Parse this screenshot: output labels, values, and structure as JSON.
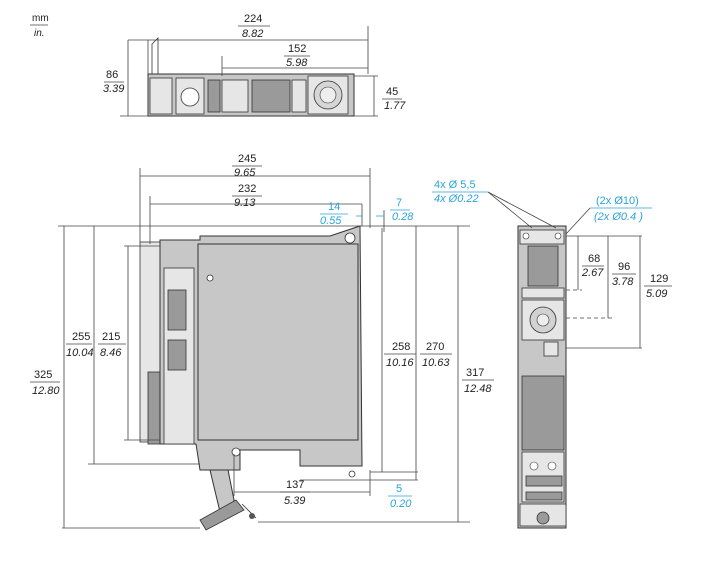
{
  "units": {
    "metric": "mm",
    "imperial": "in."
  },
  "top_view": {
    "width_overall": {
      "mm": "224",
      "in": "8.82"
    },
    "width_inner": {
      "mm": "152",
      "in": "5.98"
    },
    "height_left": {
      "mm": "86",
      "in": "3.39"
    },
    "height_right": {
      "mm": "45",
      "in": "1.77"
    }
  },
  "side_view": {
    "depth_overall": {
      "mm": "245",
      "in": "9.65"
    },
    "depth_inner": {
      "mm": "232",
      "in": "9.13"
    },
    "top_offset_a": {
      "mm": "14",
      "in": "0.55"
    },
    "top_offset_b": {
      "mm": "7",
      "in": "0.28"
    },
    "height_325": {
      "mm": "325",
      "in": "12.80"
    },
    "height_255": {
      "mm": "255",
      "in": "10.04"
    },
    "height_215": {
      "mm": "215",
      "in": "8.46"
    },
    "height_258": {
      "mm": "258",
      "in": "10.16"
    },
    "height_270": {
      "mm": "270",
      "in": "10.63"
    },
    "height_317": {
      "mm": "317",
      "in": "12.48"
    },
    "bottom_width": {
      "mm": "137",
      "in": "5.39"
    },
    "bottom_offset": {
      "mm": "5",
      "in": "0.20"
    }
  },
  "front_view": {
    "holes_small": {
      "mm": "4x Ø 5,5",
      "in": "4x Ø0.22"
    },
    "holes_large": {
      "mm": "(2x Ø10)",
      "in": "(2x Ø0.4 )"
    },
    "height_68": {
      "mm": "68",
      "in": "2.67"
    },
    "height_96": {
      "mm": "96",
      "in": "3.78"
    },
    "height_129": {
      "mm": "129",
      "in": "5.09"
    }
  },
  "colors": {
    "dimension": "#222222",
    "accent": "#2aa3d8",
    "body": "#c7c7c7"
  }
}
